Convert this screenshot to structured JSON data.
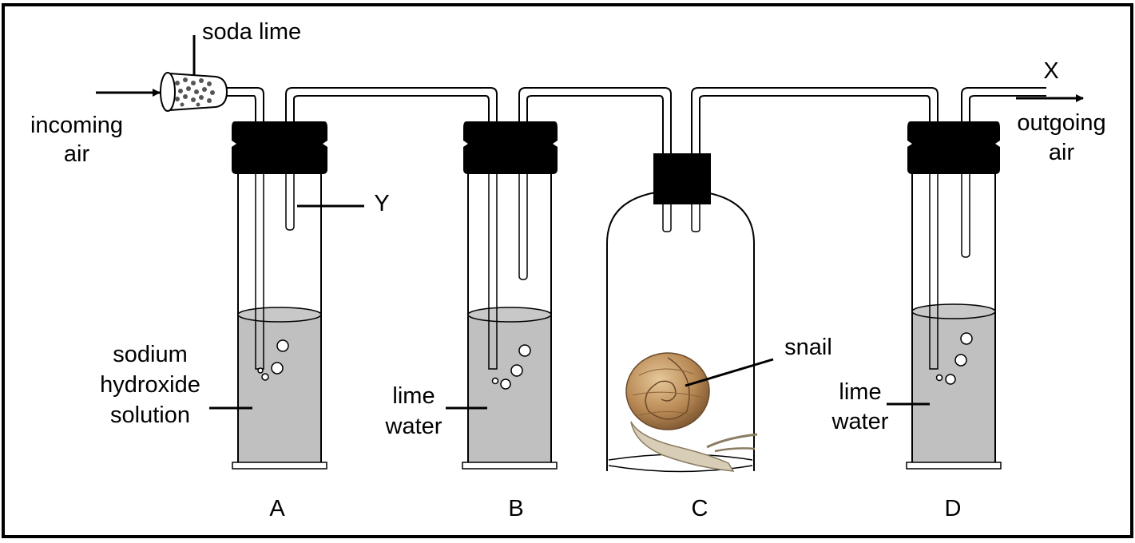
{
  "labels": {
    "soda_lime": "soda lime",
    "incoming_air_line1": "incoming",
    "incoming_air_line2": "air",
    "outgoing_air_line1": "outgoing",
    "outgoing_air_line2": "air",
    "x": "X",
    "y": "Y",
    "sodium_hydroxide_line1": "sodium",
    "sodium_hydroxide_line2": "hydroxide",
    "sodium_hydroxide_line3": "solution",
    "lime_water_b_line1": "lime",
    "lime_water_b_line2": "water",
    "snail": "snail",
    "lime_water_d_line1": "lime",
    "lime_water_d_line2": "water"
  },
  "vessels": {
    "a": "A",
    "b": "B",
    "c": "C",
    "d": "D"
  },
  "colors": {
    "liquid": "#c0c0c0",
    "stopper": "#000000",
    "glass_outline": "#000000",
    "tube_fill": "#ffffff",
    "snail_shell": "#b98a55",
    "snail_body": "#d8cdb6",
    "border": "#000000"
  }
}
